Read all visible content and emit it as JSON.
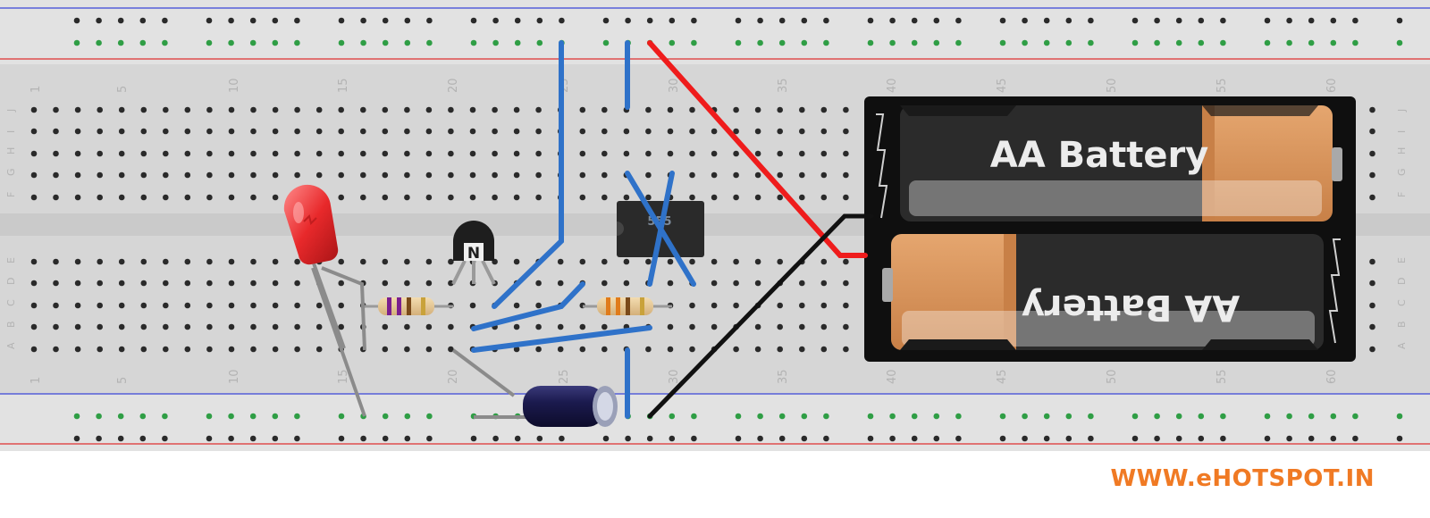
{
  "breadboard": {
    "column_numbers": [
      "1",
      "5",
      "10",
      "15",
      "20",
      "25",
      "30",
      "35",
      "40",
      "45",
      "50",
      "55",
      "60"
    ],
    "top_row_letters": [
      "J",
      "I",
      "H",
      "G",
      "F"
    ],
    "bottom_row_letters": [
      "E",
      "D",
      "C",
      "B",
      "A"
    ]
  },
  "components": {
    "battery_holder": {
      "cell_label_top": "AA Battery",
      "cell_label_bottom": "AA Battery"
    },
    "timer_ic": {
      "marking": "555"
    },
    "transistor": {
      "marking": "N"
    },
    "led": {
      "color": "#e8292b"
    },
    "capacitor": {
      "color": "#1b1a4e"
    },
    "wire_colors": {
      "blue": "#2f72c9",
      "red": "#ef1c1c",
      "black": "#111111",
      "gray": "#8b8b8b"
    }
  },
  "watermark": "WWW.eHOTSPOT.IN"
}
